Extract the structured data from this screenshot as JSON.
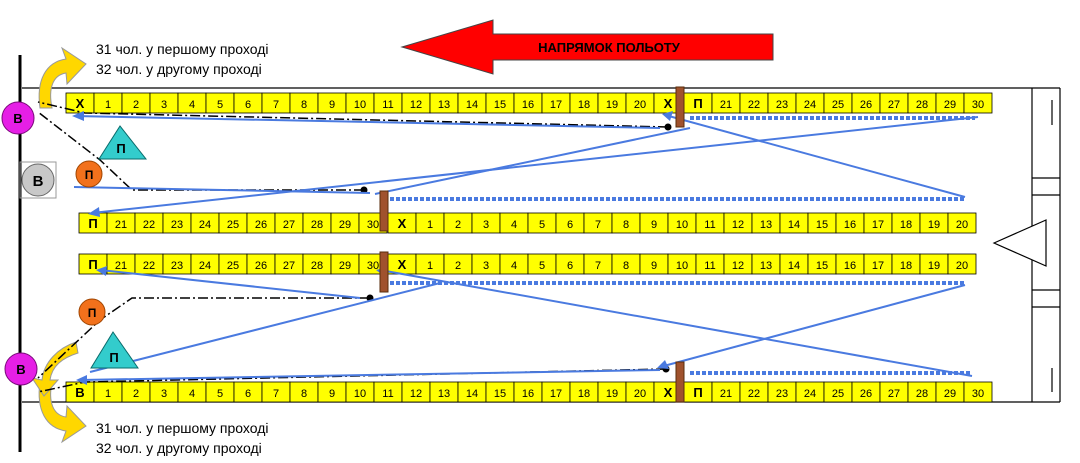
{
  "direction": {
    "text": "НАПРЯМОК   ПОЛЬОТУ",
    "color": "#ff0000"
  },
  "top_note": {
    "line1": "31 чол. у першому проході",
    "line2": "32 чол. у другому проході"
  },
  "bottom_note": {
    "line1": "31 чол. у першому проході",
    "line2": "32 чол. у другому проході"
  },
  "markers": {
    "exit": "В",
    "vestibule": "В",
    "jumper": "П",
    "instructor": "П"
  },
  "rows": {
    "top_left": [
      "Х",
      "1",
      "2",
      "3",
      "4",
      "5",
      "6",
      "7",
      "8",
      "9",
      "10",
      "11",
      "12",
      "13",
      "14",
      "15",
      "16",
      "17",
      "18",
      "19",
      "20",
      "Х"
    ],
    "top_right": [
      "П",
      "21",
      "22",
      "23",
      "24",
      "25",
      "26",
      "27",
      "28",
      "29",
      "30"
    ],
    "middle_left": [
      "П",
      "21",
      "22",
      "23",
      "24",
      "25",
      "26",
      "27",
      "28",
      "29",
      "30"
    ],
    "middle_right": [
      "Х",
      "1",
      "2",
      "3",
      "4",
      "5",
      "6",
      "7",
      "8",
      "9",
      "10",
      "11",
      "12",
      "13",
      "14",
      "15",
      "16",
      "17",
      "18",
      "19",
      "20"
    ],
    "bottom_left": [
      "В",
      "1",
      "2",
      "3",
      "4",
      "5",
      "6",
      "7",
      "8",
      "9",
      "10",
      "11",
      "12",
      "13",
      "14",
      "15",
      "16",
      "17",
      "18",
      "19",
      "20",
      "Х"
    ],
    "bottom_right": [
      "П",
      "21",
      "22",
      "23",
      "24",
      "25",
      "26",
      "27",
      "28",
      "29",
      "30"
    ]
  },
  "colors": {
    "seat": "#ffff00",
    "exit_circle": "#e61fe6",
    "jumper_circle": "#f2711c",
    "instructor_triangle": "#33cccc",
    "route": "#4a7ae0",
    "post": "#a0522d",
    "exit_arrow": "#ffd700"
  }
}
